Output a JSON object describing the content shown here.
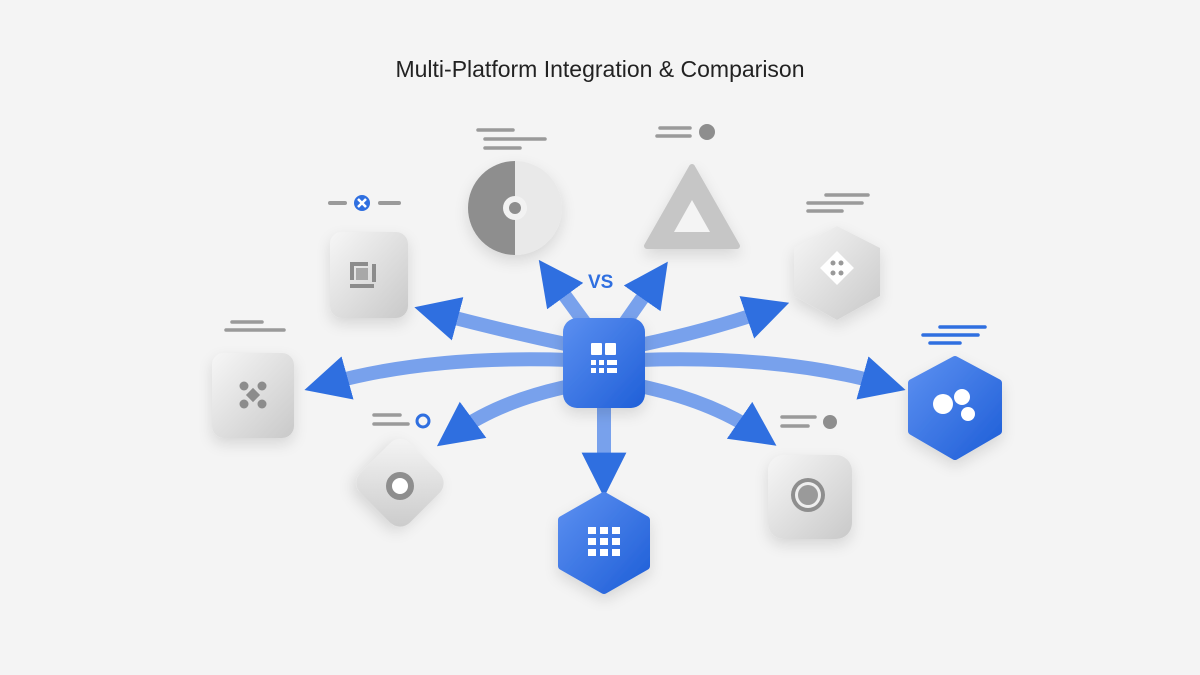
{
  "title": "Multi-Platform Integration & Comparison",
  "vs_label": "VS",
  "colors": {
    "accent": "#2f6fe0",
    "gray": "#9a9a9a",
    "background": "#f4f4f4"
  },
  "nodes": [
    {
      "name": "hub",
      "icon": "grid-icon",
      "style": "blue"
    },
    {
      "name": "square-platform",
      "icon": "frame-icon",
      "badge": "close-icon"
    },
    {
      "name": "diamond-dots-platform",
      "icon": "dots-icon"
    },
    {
      "name": "disc-platform",
      "icon": "disc-icon"
    },
    {
      "name": "triangle-platform",
      "icon": "triangle-icon",
      "badge": "pie-icon"
    },
    {
      "name": "hex-platform",
      "icon": "hex-dots-icon"
    },
    {
      "name": "blue-hex-platform",
      "icon": "hexagons-icon",
      "style": "blue"
    },
    {
      "name": "tilted-platform",
      "icon": "circle-icon",
      "badge": "refresh-icon"
    },
    {
      "name": "blue-grid-platform",
      "icon": "grid-icon",
      "style": "blue"
    },
    {
      "name": "ring-platform",
      "icon": "ring-icon",
      "badge": "dot-icon"
    }
  ]
}
